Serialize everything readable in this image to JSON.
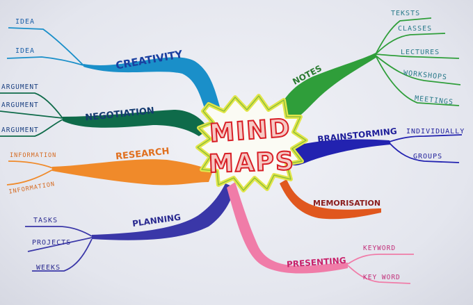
{
  "center": {
    "line1": "MIND",
    "line2": "MAPS"
  },
  "colors": {
    "creativity": "#1a8fc9",
    "negotiation": "#0f6b4a",
    "research": "#f08a2a",
    "planning": "#3a37a8",
    "presenting": "#f07ca8",
    "memorisation": "#e0571e",
    "brainstorming": "#2222b0",
    "notes": "#2f9e3a",
    "center_text": "#d81f26",
    "center_border": "#e2e64a"
  },
  "branches": {
    "creativity": {
      "label": "CREATIVITY",
      "subs": [
        "IDEA",
        "IDEA"
      ]
    },
    "negotiation": {
      "label": "NEGOTIATION",
      "subs": [
        "ARGUMENT",
        "ARGUMENT",
        "ARGUMENT"
      ]
    },
    "research": {
      "label": "RESEARCH",
      "subs": [
        "INFORMATION",
        "INFORMATION"
      ]
    },
    "planning": {
      "label": "PLANNING",
      "subs": [
        "TASKS",
        "PROJECTS",
        "WEEKS"
      ]
    },
    "presenting": {
      "label": "PRESENTING",
      "subs": [
        "KEYWORD",
        "KEY WORD"
      ]
    },
    "memorisation": {
      "label": "MEMORISATION",
      "subs": []
    },
    "brainstorming": {
      "label": "BRAINSTORMING",
      "subs": [
        "INDIVIDUALLY",
        "GROUPS"
      ]
    },
    "notes": {
      "label": "NOTES",
      "subs": [
        "TEKSTS",
        "CLASSES",
        "LECTURES",
        "WORKSHOPS",
        "MEETINGS"
      ]
    }
  }
}
